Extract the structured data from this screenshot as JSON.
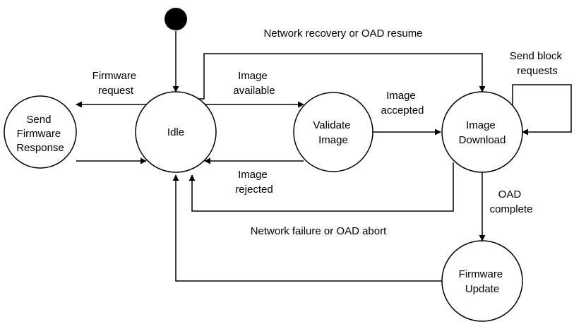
{
  "states": {
    "send_response": [
      "Send",
      "Firmware",
      "Response"
    ],
    "idle": [
      "Idle"
    ],
    "validate": [
      "Validate",
      "Image"
    ],
    "download": [
      "Image",
      "Download"
    ],
    "update": [
      "Firmware",
      "Update"
    ]
  },
  "transitions": {
    "firmware_request": [
      "Firmware",
      "request"
    ],
    "image_available": [
      "Image",
      "available"
    ],
    "image_accepted": [
      "Image",
      "accepted"
    ],
    "image_rejected": [
      "Image",
      "rejected"
    ],
    "send_block": [
      "Send block",
      "requests"
    ],
    "oad_complete": [
      "OAD",
      "complete"
    ],
    "network_recovery": [
      "Network recovery or OAD resume"
    ],
    "network_failure": [
      "Network failure or OAD abort"
    ]
  },
  "colors": {
    "stroke": "#000000",
    "fill": "#ffffff"
  }
}
